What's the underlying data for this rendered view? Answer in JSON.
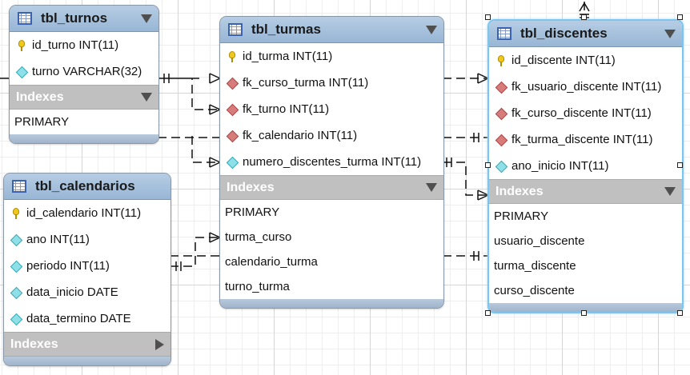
{
  "tables": {
    "turnos": {
      "title": "tbl_turnos",
      "columns": [
        {
          "text": "id_turno INT(11)",
          "icon": "primary-key-icon"
        },
        {
          "text": "turno VARCHAR(32)",
          "icon": "attribute-icon"
        }
      ],
      "indexes_label": "Indexes",
      "indexes": [
        "PRIMARY"
      ]
    },
    "turmas": {
      "title": "tbl_turmas",
      "columns": [
        {
          "text": "id_turma INT(11)",
          "icon": "primary-key-icon"
        },
        {
          "text": "fk_curso_turma INT(11)",
          "icon": "foreign-key-icon"
        },
        {
          "text": "fk_turno INT(11)",
          "icon": "foreign-key-icon"
        },
        {
          "text": "fk_calendario INT(11)",
          "icon": "foreign-key-icon"
        },
        {
          "text": "numero_discentes_turma INT(11)",
          "icon": "attribute-icon"
        }
      ],
      "indexes_label": "Indexes",
      "indexes": [
        "PRIMARY",
        "turma_curso",
        "calendario_turma",
        "turno_turma"
      ]
    },
    "discentes": {
      "title": "tbl_discentes",
      "columns": [
        {
          "text": "id_discente INT(11)",
          "icon": "primary-key-icon"
        },
        {
          "text": "fk_usuario_discente INT(11)",
          "icon": "foreign-key-icon"
        },
        {
          "text": "fk_curso_discente INT(11)",
          "icon": "foreign-key-icon"
        },
        {
          "text": "fk_turma_discente INT(11)",
          "icon": "foreign-key-icon"
        },
        {
          "text": "ano_inicio INT(11)",
          "icon": "attribute-icon"
        }
      ],
      "indexes_label": "Indexes",
      "indexes": [
        "PRIMARY",
        "usuario_discente",
        "turma_discente",
        "curso_discente"
      ]
    },
    "calendarios": {
      "title": "tbl_calendarios",
      "columns": [
        {
          "text": "id_calendario INT(11)",
          "icon": "primary-key-icon"
        },
        {
          "text": "ano INT(11)",
          "icon": "attribute-icon"
        },
        {
          "text": "periodo INT(11)",
          "icon": "attribute-icon"
        },
        {
          "text": "data_inicio DATE",
          "icon": "attribute-icon"
        },
        {
          "text": "data_termino DATE",
          "icon": "attribute-icon"
        }
      ],
      "indexes_label": "Indexes",
      "indexes_collapsed": true
    }
  },
  "colors": {
    "header": "#98b6d5",
    "indexes_bar": "#c0c0c0",
    "connector": "#111111",
    "selection": "#7cc5ef"
  }
}
